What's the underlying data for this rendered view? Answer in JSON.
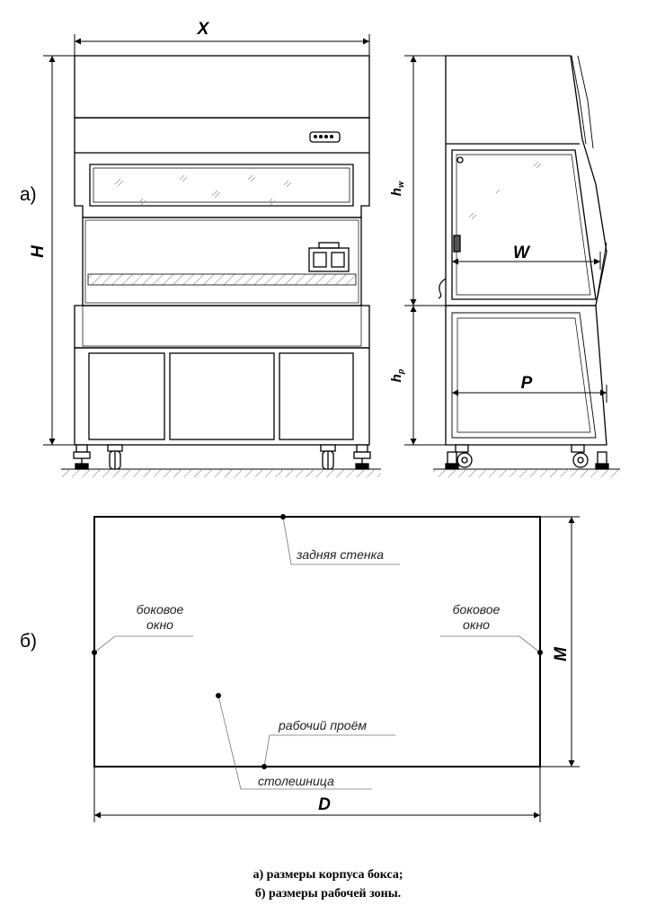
{
  "panels": {
    "a": "а)",
    "b": "б)"
  },
  "dimensions": {
    "X": "X",
    "H": "H",
    "h_main": "h",
    "h_w_sub": "w",
    "h_p_sub": "p",
    "W": "W",
    "P": "P",
    "D": "D",
    "M": "M"
  },
  "work_zone": {
    "back_wall": "задняя стенка",
    "side_window_line1": "боковое",
    "side_window_line2": "окно",
    "work_opening": "рабочий проём",
    "tabletop": "столешница"
  },
  "caption": {
    "line1": "а) размеры корпуса бокса;",
    "line2": "б) размеры рабочей зоны."
  }
}
